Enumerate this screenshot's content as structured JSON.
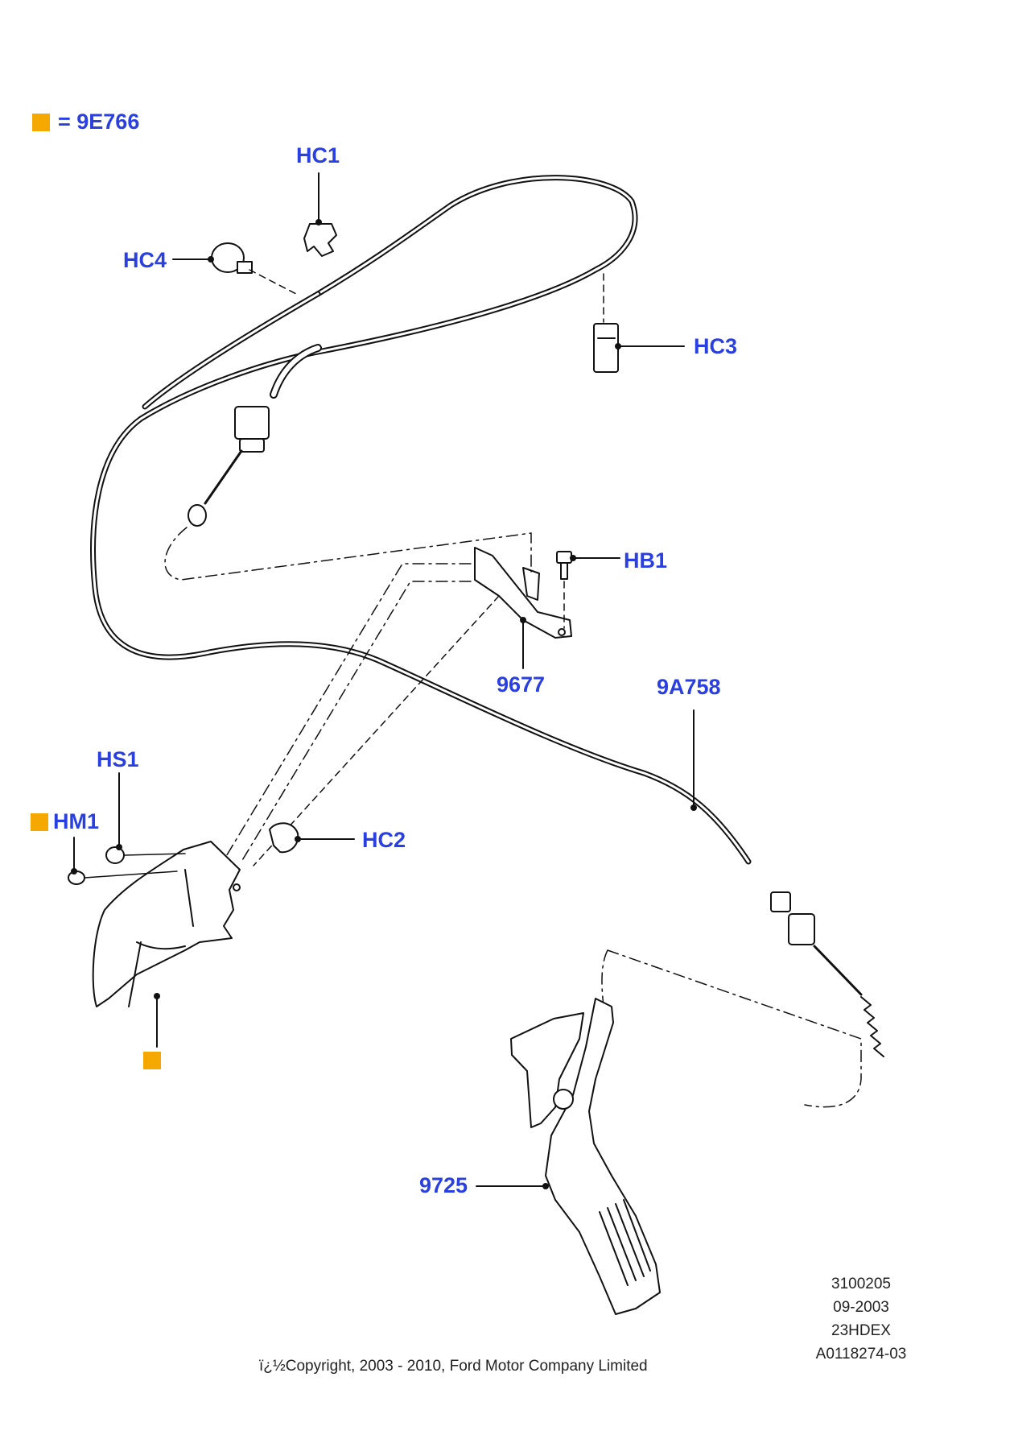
{
  "colors": {
    "callout_text": "#2a3fe0",
    "swatch": "#f5a800",
    "line": "#111111"
  },
  "legend": {
    "swatch_icon": "orange-square-icon",
    "text": "= 9E766"
  },
  "callouts": {
    "hc1": "HC1",
    "hc4": "HC4",
    "hc3": "HC3",
    "hb1": "HB1",
    "part_9677": "9677",
    "part_9a758": "9A758",
    "hs1": "HS1",
    "hm1": "HM1",
    "hc2": "HC2",
    "part_9725": "9725"
  },
  "reference": {
    "line1": "3100205",
    "line2": "09-2003",
    "line3": "23HDEX",
    "line4": "A0118274-03"
  },
  "copyright": "ï¿½Copyright, 2003 - 2010, Ford Motor Company Limited"
}
